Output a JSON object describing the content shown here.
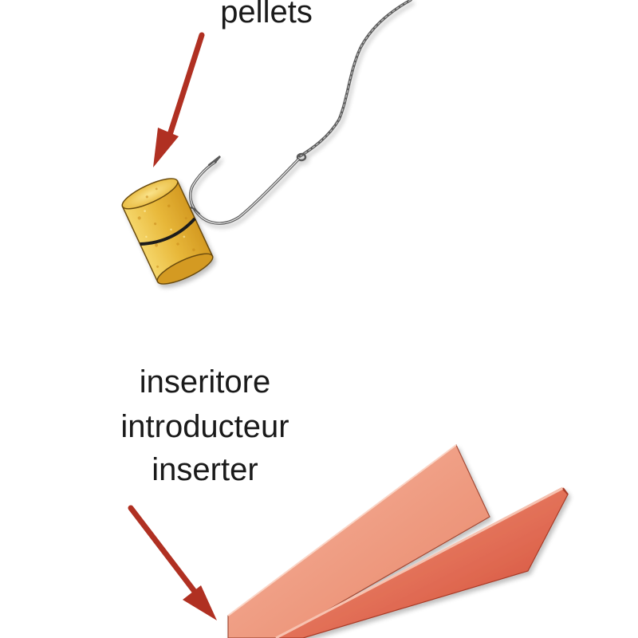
{
  "labels": {
    "pellets": "pellets",
    "inserter_it": "inseritore",
    "inserter_fr": "introducteur",
    "inserter_en": "inserter"
  },
  "colors": {
    "arrow": "#c0392b",
    "pellet": "#e8b83a",
    "inserter": "#e8705a",
    "hook_line": "#6a6a6a"
  }
}
